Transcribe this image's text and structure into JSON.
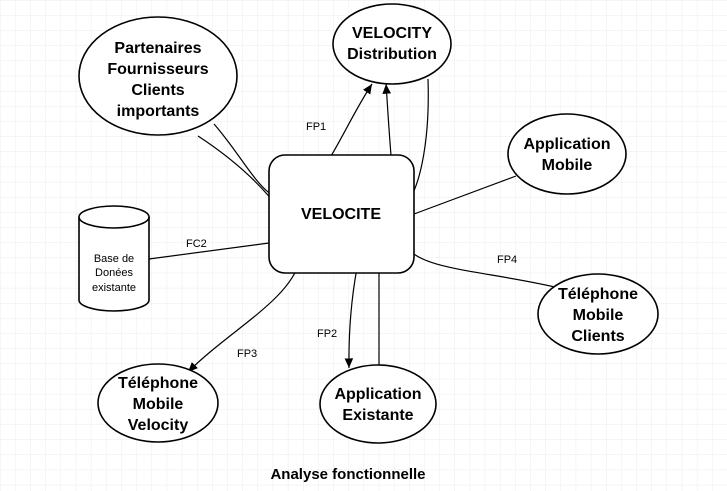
{
  "diagram": {
    "title": "Analyse fonctionnelle",
    "center": {
      "label": "VELOCITE"
    },
    "nodes": {
      "partenaires": [
        "Partenaires",
        "Fournisseurs",
        "Clients",
        "importants"
      ],
      "velocity_distribution": [
        "VELOCITY",
        "Distribution"
      ],
      "application_mobile": [
        "Application",
        "Mobile"
      ],
      "telephone_clients": [
        "Téléphone",
        "Mobile",
        "Clients"
      ],
      "application_existante": [
        "Application",
        "Existante"
      ],
      "telephone_velocity": [
        "Téléphone",
        "Mobile",
        "Velocity"
      ],
      "base_donnees": [
        "Base de",
        "Donées",
        "existante"
      ]
    },
    "edge_labels": {
      "fp1": "FP1",
      "fp2": "FP2",
      "fp3": "FP3",
      "fp4": "FP4",
      "fc2": "FC2"
    }
  }
}
